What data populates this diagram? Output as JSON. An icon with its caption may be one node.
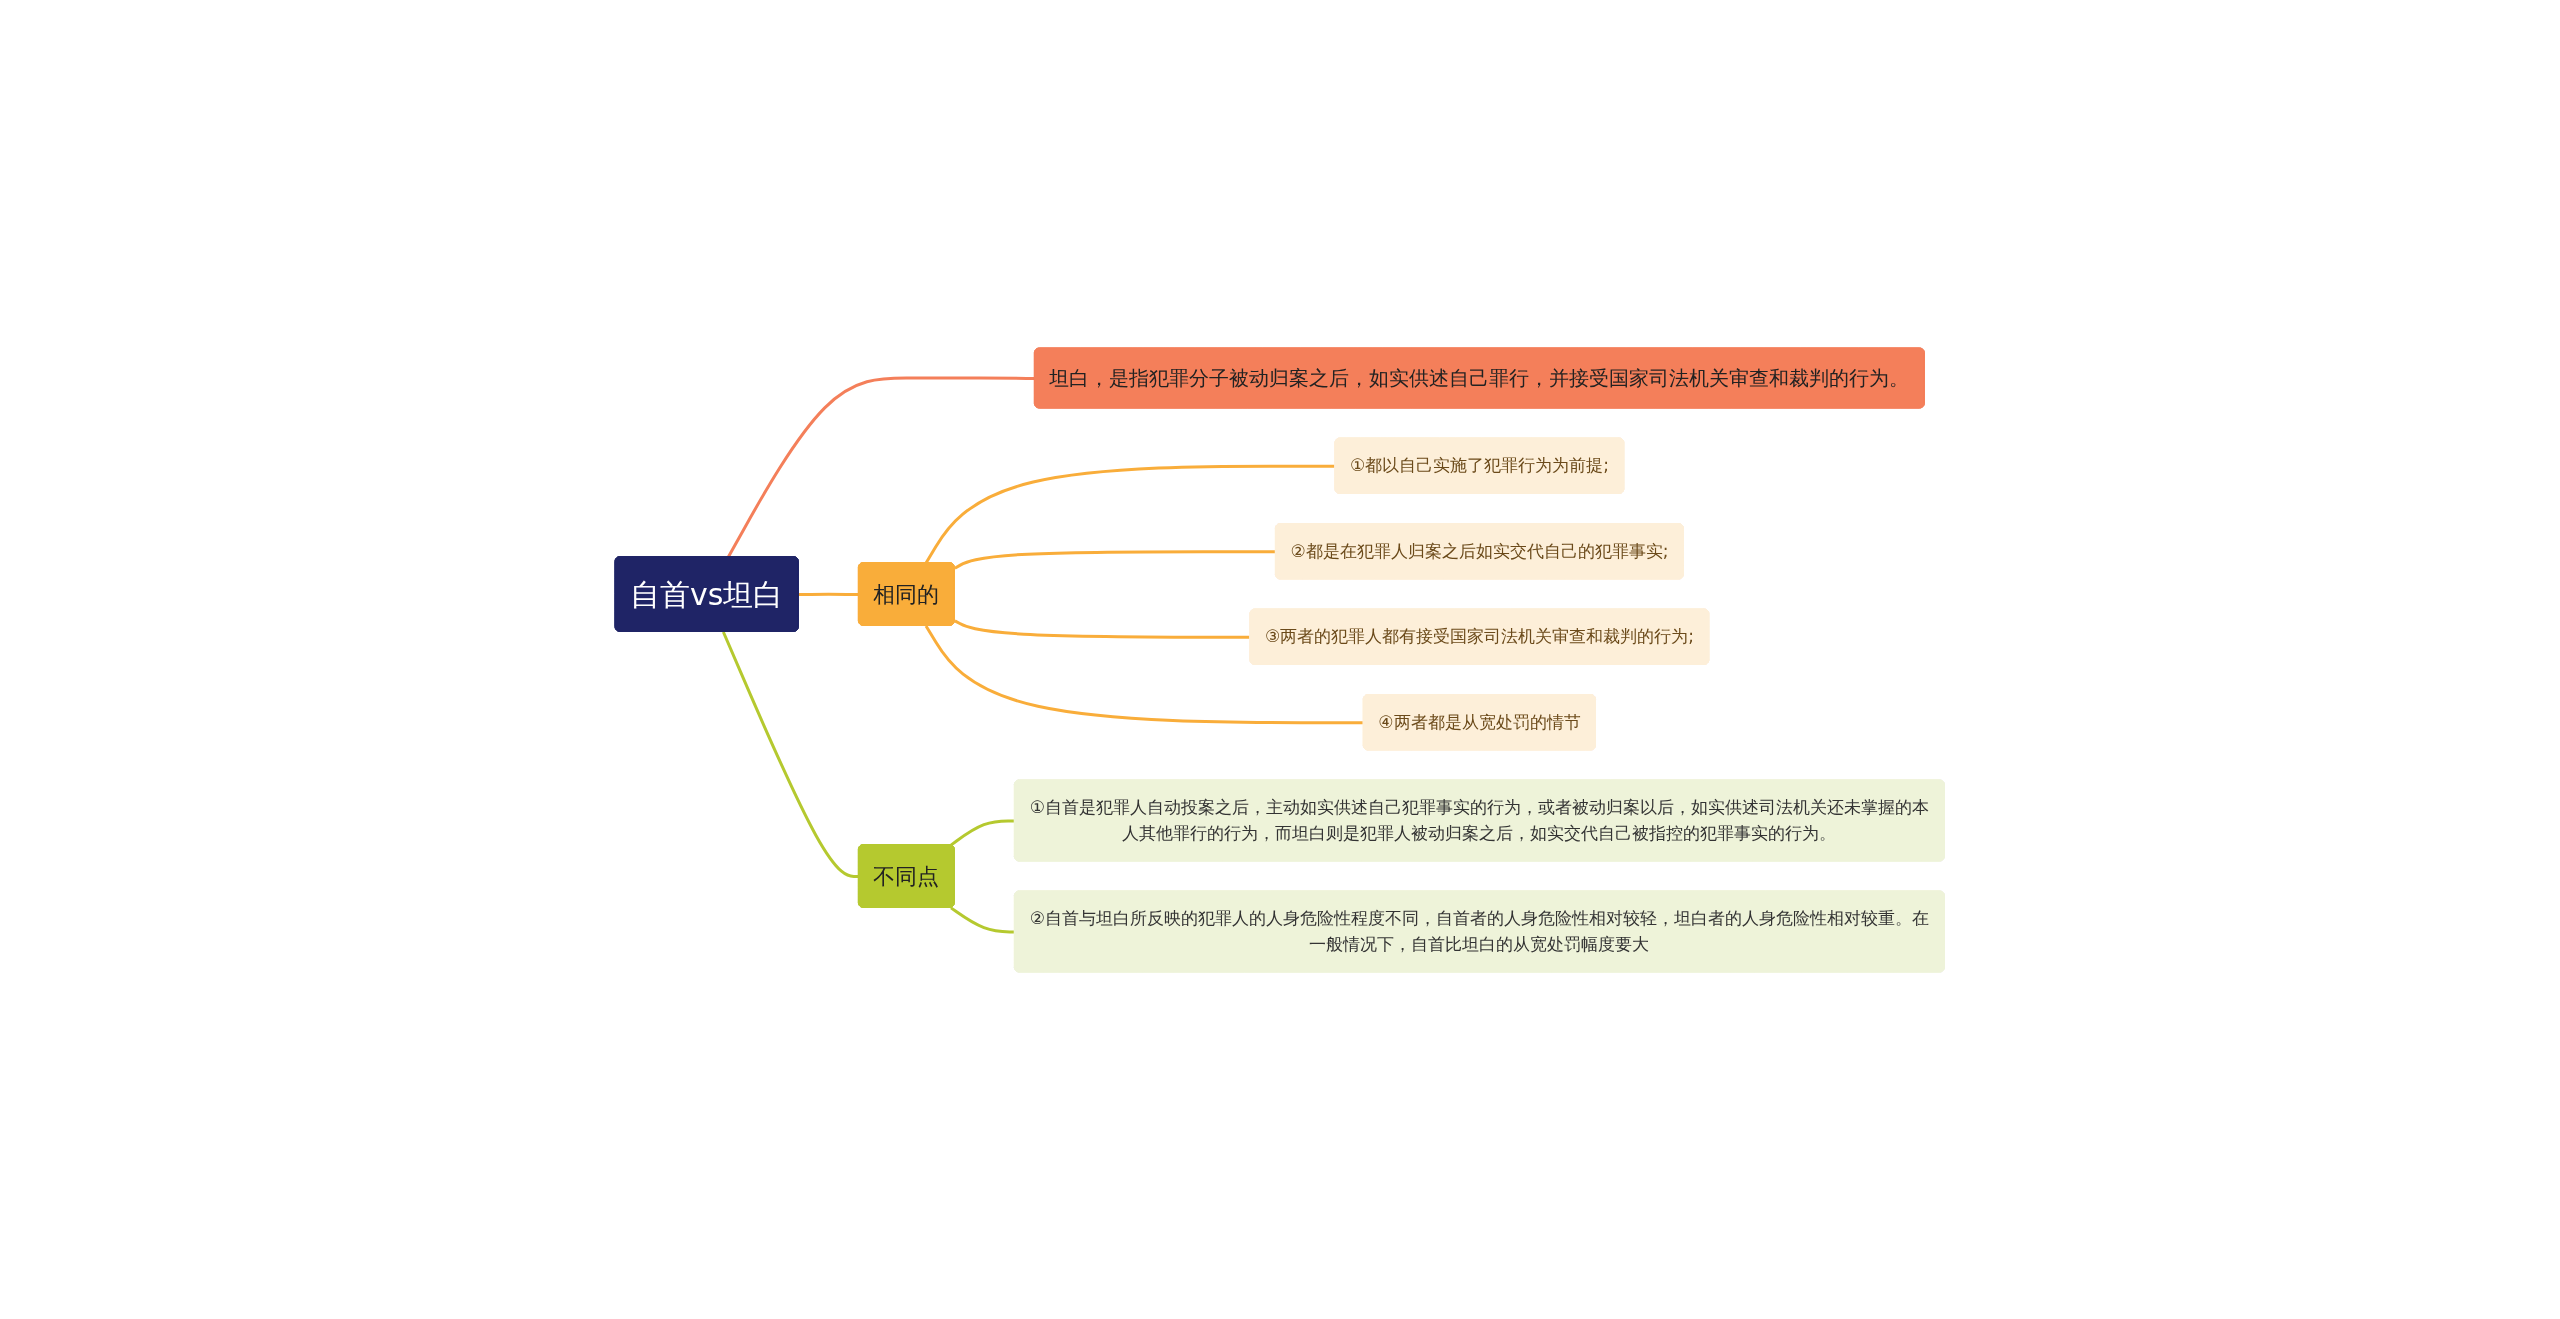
{
  "diagram": {
    "nodes": [
      {
        "text": [
          "自首vs坦白"
        ]
      },
      {
        "text": [
          "坦白，是指犯罪分子被动归案之后，如实供述自己罪行，并接受国家司法机关审查和裁判的行为。"
        ]
      },
      {
        "text": [
          "相同的"
        ]
      },
      {
        "text": [
          "①都以自己实施了犯罪行为为前提;"
        ]
      },
      {
        "text": [
          "②都是在犯罪人归案之后如实交代自己的犯罪事实;"
        ]
      },
      {
        "text": [
          "③两者的犯罪人都有接受国家司法机关审查和裁判的行为;"
        ]
      },
      {
        "text": [
          "④两者都是从宽处罚的情节"
        ]
      },
      {
        "text": [
          "不同点"
        ]
      },
      {
        "text": [
          "①自首是犯罪人自动投案之后，主动如实供述自己犯罪事实的行为，或者被动归案以后，如实供述司法机关还未掌握的本人其他罪行的行为，而坦白则是犯罪人被动归案之后，如实交代自己被指控的犯罪事实的行为。"
        ]
      },
      {
        "text": [
          "②自首与坦白所反映的犯罪人的人身危险性程度不同，自首者的人身危险性相对较轻，坦白者的人身危险性相对较重。在一般情况下，自首比坦白的从宽处罚幅度要大"
        ]
      }
    ],
    "edges": [
      {
        "from": 0,
        "to": 1,
        "arrow": "none",
        "color": "#f47f5a"
      },
      {
        "from": 0,
        "to": 2,
        "arrow": "none"
      },
      {
        "from": 0,
        "to": 7,
        "arrow": "none",
        "color": "#b5c92f"
      },
      {
        "from": 2,
        "to": 3,
        "arrow": "none"
      },
      {
        "from": 2,
        "to": 4,
        "arrow": "none"
      },
      {
        "from": 2,
        "to": 5,
        "arrow": "none"
      },
      {
        "from": 2,
        "to": 6,
        "arrow": "none"
      },
      {
        "from": 7,
        "to": 8,
        "arrow": "none",
        "color": "#b5c92f"
      },
      {
        "from": 7,
        "to": 9,
        "arrow": "none",
        "color": "#b5c92f"
      }
    ]
  }
}
